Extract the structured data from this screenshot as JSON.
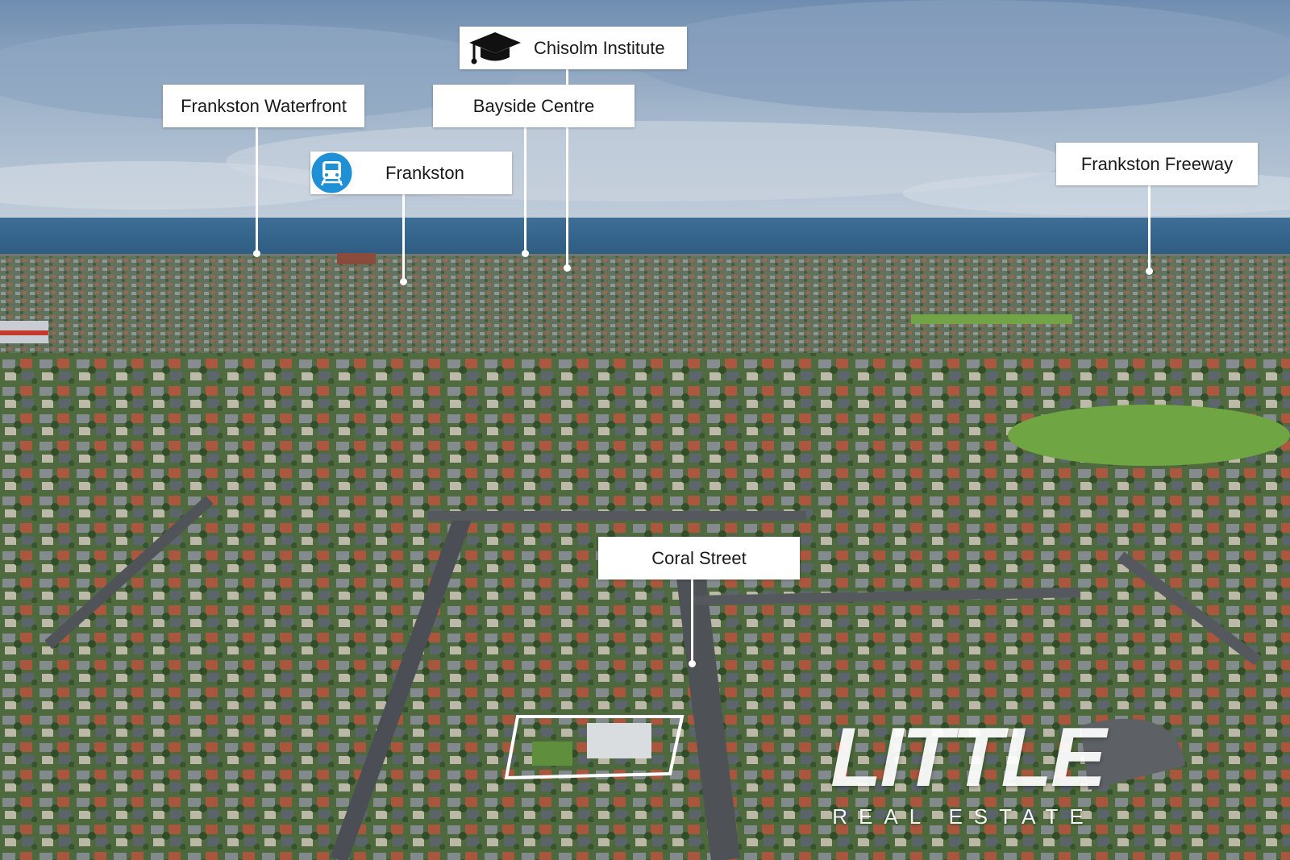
{
  "labels": {
    "chisolm": "Chisolm Institute",
    "waterfront": "Frankston Waterfront",
    "bayside": "Bayside Centre",
    "frankston": "Frankston",
    "freeway": "Frankston Freeway",
    "coral": "Coral Street"
  },
  "icons": {
    "chisolm": "graduation-cap-icon",
    "frankston": "train-icon"
  },
  "brand": {
    "name": "LITTLE",
    "subtitle": "REAL ESTATE"
  },
  "colors": {
    "label_bg": "#ffffff",
    "label_text": "#1a1a1a",
    "train_icon_bg": "#1f8fd6",
    "property_outline": "#ffffff"
  }
}
